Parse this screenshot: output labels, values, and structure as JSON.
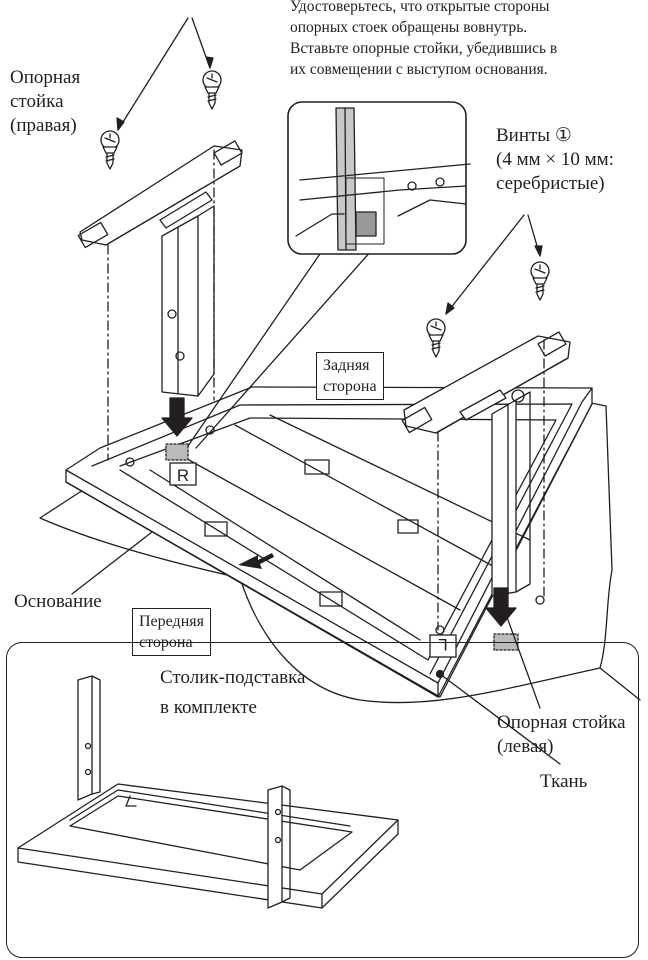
{
  "note": {
    "line1": "Удостоверьтесь, что открытые стороны",
    "line2": "опорных стоек обращены вовнутрь.",
    "line3": "Вставьте опорные стойки, убедившись в",
    "line4": "их совмещении с выступом основания."
  },
  "labels": {
    "support_right_line1": "Опорная",
    "support_right_line2": "стойка",
    "support_right_line3": "(правая)",
    "screws_line1": "Винты ①",
    "screws_line2": "(4 мм × 10 мм:",
    "screws_line3": "серебристые)",
    "back_side_line1": "Задняя",
    "back_side_line2": "сторона",
    "front_side_line1": "Передняя",
    "front_side_line2": "сторона",
    "base": "Основание",
    "support_left_line1": "Опорная стойка",
    "support_left_line2": "(левая)",
    "cloth": "Ткань",
    "marker_r": "R",
    "marker_l": "L"
  },
  "inset": {
    "title_line1": "Столик-подставка",
    "title_line2": "в комплекте"
  }
}
